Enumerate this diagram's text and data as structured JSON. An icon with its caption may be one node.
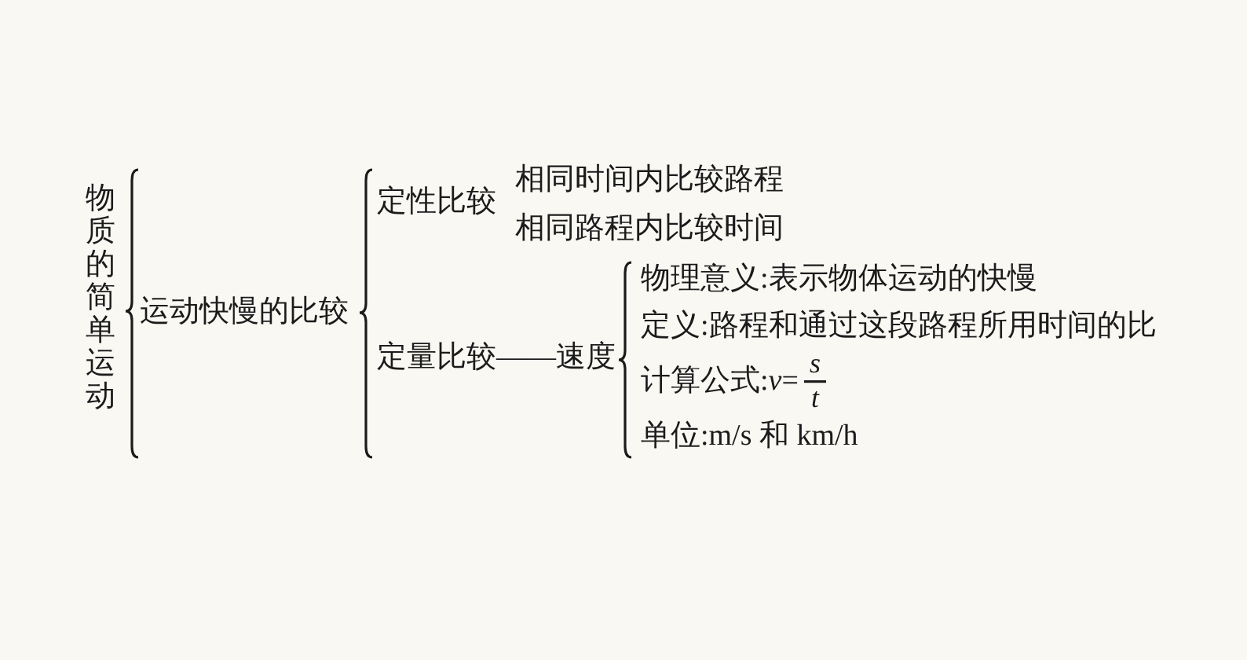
{
  "diagram": {
    "nodes": [
      {
        "text": [
          "物质的简单运动"
        ]
      },
      {
        "text": [
          "运动快慢的比较"
        ]
      },
      {
        "text": [
          "定性比较"
        ]
      },
      {
        "text": [
          "相同时间内比较路程"
        ]
      },
      {
        "text": [
          "相同路程内比较时间"
        ]
      },
      {
        "text": [
          "定量比较——速度"
        ]
      },
      {
        "text": [
          "物理意义:表示物体运动的快慢"
        ]
      },
      {
        "text": [
          "定义:路程和通过这段路程所用时间的比"
        ]
      },
      {
        "text": [
          "计算公式:*v*=",
          "s",
          "t"
        ]
      },
      {
        "text": [
          "单位:m/s 和 km/h"
        ]
      }
    ]
  }
}
